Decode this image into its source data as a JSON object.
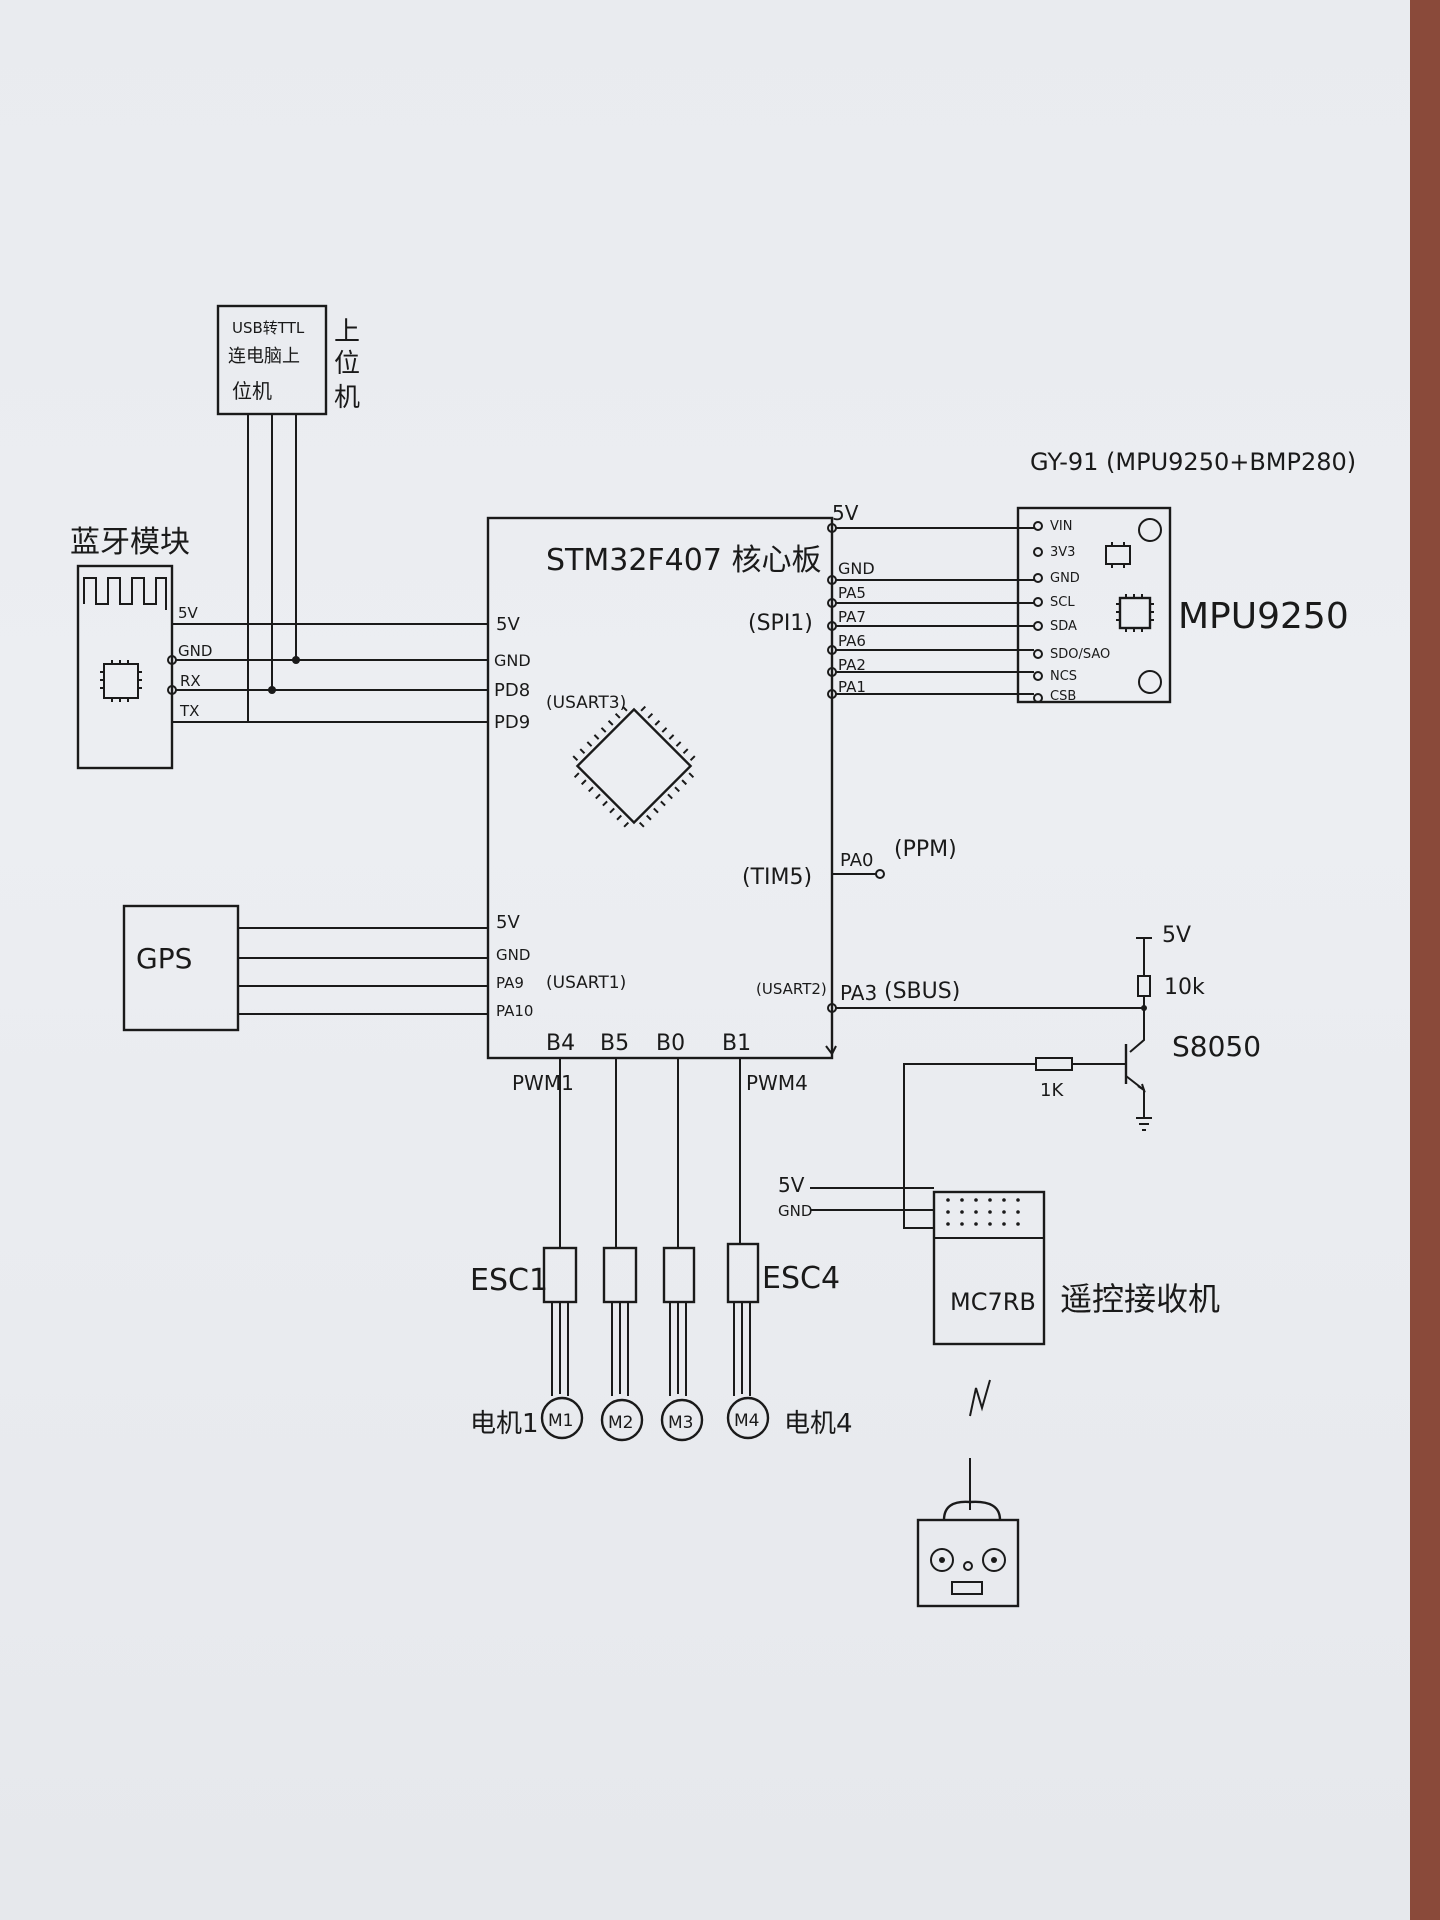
{
  "usb_ttl": {
    "line1": "USB转TTL",
    "line2": "连电脑上",
    "line3": "位机",
    "side": [
      "上",
      "位",
      "机"
    ]
  },
  "bluetooth": {
    "title": "蓝牙模块",
    "pins": [
      "5V",
      "GND",
      "RX",
      "TX"
    ]
  },
  "mcu": {
    "title": "STM32F407 核心板",
    "left_top_pins": [
      "5V",
      "GND",
      "PD8",
      "PD9"
    ],
    "usart3": "(USART3)",
    "spi": "(SPI1)",
    "right_pins": [
      "5V",
      "GND",
      "PA5",
      "PA7",
      "PA6",
      "PA2",
      "PA1"
    ],
    "tim5": "(TIM5)",
    "pa0": "PA0",
    "ppm": "(PPM)",
    "left_bottom_pins": [
      "5V",
      "GND",
      "PA9",
      "PA10"
    ],
    "usart1": "(USART1)",
    "usart2": "(USART2)",
    "pa3": "PA3",
    "sbus": "(SBUS)",
    "bottom_pins": [
      "B4",
      "B5",
      "B0",
      "B1"
    ],
    "pwm1": "PWM1",
    "pwm4": "PWM4"
  },
  "gy91": {
    "title": "GY-91 (MPU9250+BMP280)",
    "pins": [
      "VIN",
      "3V3",
      "GND",
      "SCL",
      "SDA",
      "SDO/SAO",
      "NCS",
      "CSB"
    ],
    "chip": "MPU9250"
  },
  "gps": {
    "label": "GPS"
  },
  "transistor": {
    "vcc": "5V",
    "r_pullup": "10k",
    "part": "S8050",
    "r_base": "1K"
  },
  "receiver": {
    "pin_5v": "5V",
    "pin_gnd": "GND",
    "label": "MC7RB",
    "name": "遥控接收机"
  },
  "escs": {
    "esc1": "ESC1",
    "esc4": "ESC4",
    "motors": [
      "M1",
      "M2",
      "M3",
      "M4"
    ],
    "motor1": "电机1",
    "motor4": "电机4"
  }
}
